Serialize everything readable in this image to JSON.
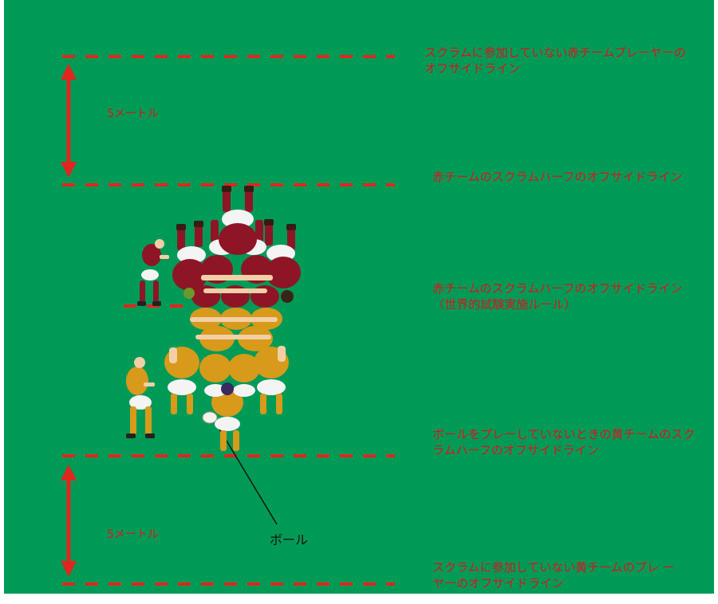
{
  "colors": {
    "field": "#009a57",
    "line": "#e0261f",
    "label": "#d8161e",
    "red_team": "#8e1526",
    "yellow_team": "#d79a1a",
    "skin": "#f3cfa7",
    "shorts": "#f4f4f4"
  },
  "labels": {
    "red_offside_nonscrum": "スクラムに参加していない赤チームプレーヤーの\nオフサイドライン",
    "red_halfback_offside": "赤チームのスクラムハーフのオフサイドライン",
    "red_halfback_offside_intl": "赤チームのスクラムハーフのオフサイドライン\n（世界的試験実施ルール）",
    "yellow_halfback_offside": "ボールをプレーしていないときの黄チームのスク\nラムハーフのオフサイドライン",
    "yellow_offside_nonscrum": "スクラムに参加していない黄チームのプレ ー\nヤーのオフサイドライン"
  },
  "distance_top": "5メートル",
  "distance_bottom": "5メートル",
  "ball_label": "ボール",
  "icons": {
    "arrows": "double-headed-arrow",
    "ball": "rugby-ball-icon"
  }
}
